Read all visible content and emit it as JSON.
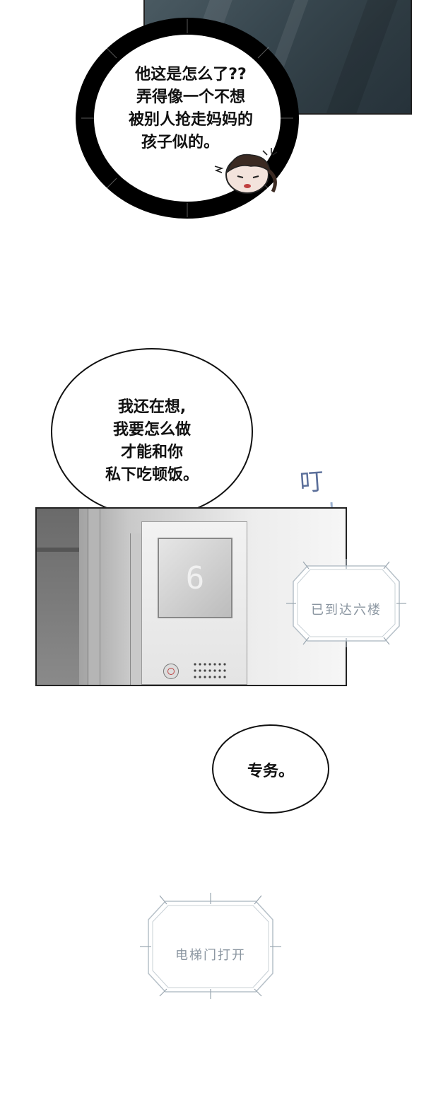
{
  "burst_bubble": {
    "lines": [
      "他这是怎么了??",
      "弄得像一个不想",
      "被别人抢走妈妈的",
      "孩子似的。"
    ]
  },
  "round_bubble": {
    "lines": [
      "我还在想,",
      "我要怎么做",
      "才能和你",
      "私下吃顿饭。"
    ]
  },
  "sfx": {
    "ding": "叮",
    "arrived": "已到达六楼",
    "door_open": "电梯门打开"
  },
  "elevator": {
    "floor_display": "6"
  },
  "small_bubble": {
    "text": "专务。"
  },
  "colors": {
    "suit": "#38474f",
    "sfx_blue": "#5b6f9a",
    "sfx_gray": "#8a95a0"
  }
}
